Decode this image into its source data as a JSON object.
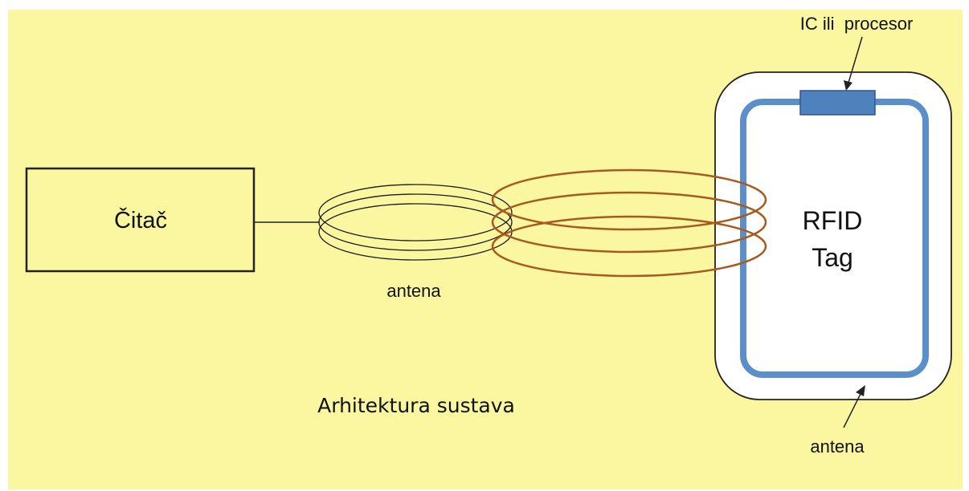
{
  "colors": {
    "background": "#FBF6A0",
    "outline": "#222222",
    "reader_antenna_coil": "#1a1a1a",
    "field_coil": "#A65A1E",
    "tag_body": "#FFFFFF",
    "tag_antenna": "#5B8FC9",
    "chip_fill": "#4F81BD",
    "chip_border": "#2F5597"
  },
  "reader": {
    "label": "Čitač"
  },
  "reader_antenna": {
    "label": "antena"
  },
  "tag": {
    "title_line1": "RFID",
    "title_line2": "Tag"
  },
  "chip": {
    "label": "IC ili  procesor"
  },
  "tag_antenna": {
    "label": "antena"
  },
  "caption": "Arhitektura sustava"
}
